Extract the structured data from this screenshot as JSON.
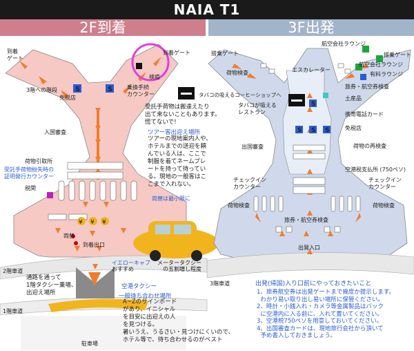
{
  "title": "NAIA T1",
  "left_header": "2F到着",
  "right_header": "3F出発",
  "left": {
    "arrival_gate_left": "到着\nゲート",
    "arrival_gate_right": "到着ゲート",
    "quarantine": "検疫",
    "stairs_to_3f": "3階への階段",
    "duty_free": "免税店",
    "transfer_counter": "乗換手続\nカウンター",
    "immigration": "入国審査",
    "baggage_claim": "荷物引取所",
    "lost_baggage_counter": "受託手荷物紛失時の\n証明発行カウンター",
    "customs": "税関",
    "exchange": "両替",
    "exit": "到着出口",
    "note_baggage": "受託手荷物は搬達えたり\n出て来ないこともあります。\n慌てないで!",
    "tour_title": "ツアー客出迎え場所",
    "tour_note": "ツアーの現地案内人や、\nホテルまでの送迎を頼\nんでいる人は、ここで\n制服を着てネームプレ\nートを持って待ってい\nる。現地の一般客はこ\nこまで入れない。",
    "exchange_note": "両替は最小限に",
    "floor_2f_road": "2階車道",
    "pass_through": "通路を通って\n1階タクシー乗場、\n出迎え場所",
    "taxi_yellow": "イエローキャブ",
    "taxi_meter": "メータータクシー",
    "taxi_five": "の五割増し程度",
    "taxi_recommend": "おすすめ",
    "airport_taxi": "空港タクシー",
    "meeting_title": "一般待ち合わせ場所",
    "meeting_note": "A~Zのサインボード\nがあり、イニシャル\nを目安に出迎えの人\nを見つける。\n暑いうえ、うるさい・見つけにくいので、\nホテル等で、待ち合わせるのがベスト",
    "floor_1f_road": "1階車道",
    "parking": "駐車場"
  },
  "right": {
    "boarding_gate_left": "搭乗ゲート",
    "airline_lounge_top": "航空会社ラウンジ",
    "boarding_gate_right": "搭乗ゲート",
    "airline_lounge_right": "航空会社ラウンジ",
    "paid_lounge": "有料ラウンジ",
    "escalator": "エスカレーター",
    "baggage_inspect": "荷物検査",
    "passport_check": "旅券・航空券検査",
    "smoking_cafe": "タバコの吸えるコーヒーショップへ",
    "smoking_restaurant": "タバコが吸える\nレストラン",
    "souvenir": "土産品",
    "phone_card": "携帯電話カード",
    "duty_free": "免税店",
    "emigration": "出国審査",
    "baggage_reinspect": "荷物の再検査",
    "airport_tax": "空港税支払所 (750ペソ)",
    "checkin_left": "チェックイン\nカウンター",
    "checkin_right": "チェックイン\nカウンター",
    "baggage_left": "荷物検査",
    "baggage_right": "荷物検査",
    "passport_bottom": "旅券・航空券検査",
    "entrance": "出発入口",
    "floor_3f_road": "3階車道",
    "todo_title": "出発(帰国)入り口前にやっておきたいこと",
    "todo_list": "1、旅券航空券は出発ゲートまで幾度か提示します。\n  わかり易い取り出し易い場所に保管ください。\n2、時計・小銭入れ・カメラ等金属製品はバック\n  に空港内に入る前に、入れて置いてください。\n3、空港税750ペソを用意しておいてください。\n4、出国審査カードは、現地旅行会社から頂いて\n  予め書入しておきましょう。"
  },
  "colors": {
    "pink": "#f6c9c4",
    "blue": "#cfd9eb",
    "arrow": "#f07d2e",
    "highlight_circle": "#e23ddc",
    "green": "#1aa63a",
    "cyan": "#3fc7c7",
    "taxi_yellow": "#f2b41d"
  }
}
